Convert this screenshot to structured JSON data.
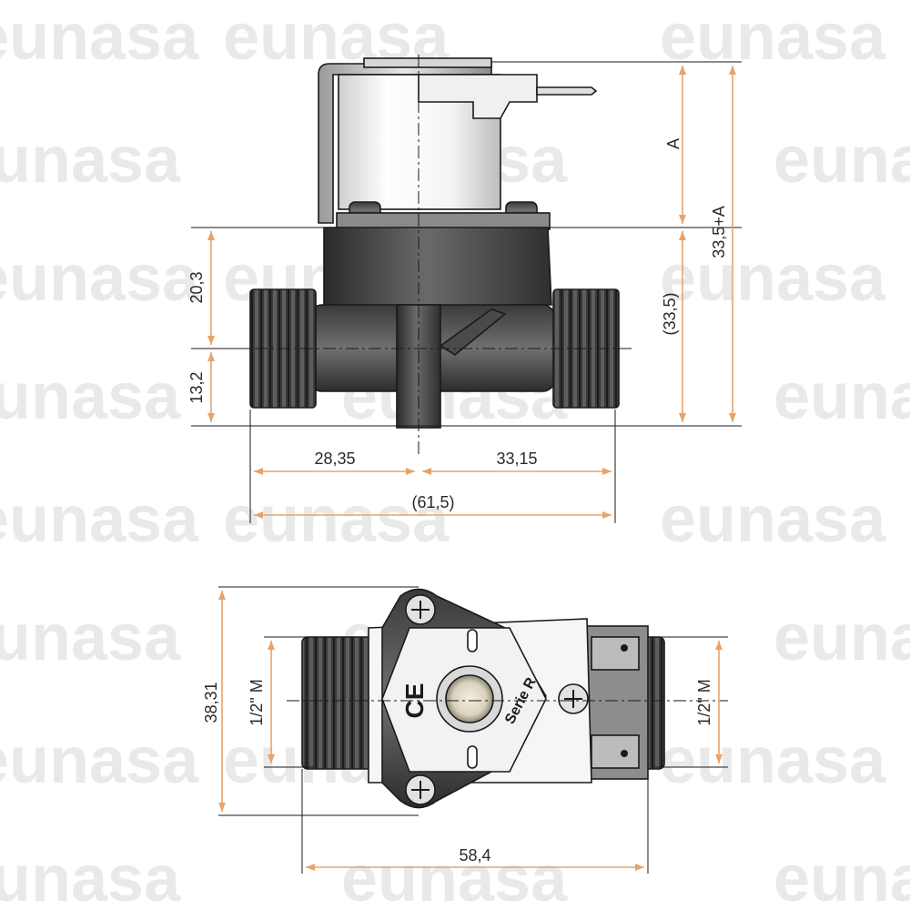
{
  "watermark": {
    "text": "eunasa"
  },
  "front_view": {
    "dim_A": "A",
    "dim_total": "33,5+A",
    "dim_body_height": "(33,5)",
    "dim_upper": "20,3",
    "dim_lower": "13,2",
    "dim_left_width": "28,35",
    "dim_right_width": "33,15",
    "dim_total_width": "(61,5)"
  },
  "top_view": {
    "dim_height": "38,31",
    "dim_thread_left": "1/2\" M",
    "dim_thread_right": "1/2\" M",
    "dim_width": "58,4",
    "ce_mark": "CE",
    "series_label": "Serie R"
  },
  "colors": {
    "dimension": "#e8a36a",
    "body": "#4a4a4a",
    "coil": "#f2f2f2",
    "watermark_accent": "#f3c9a0"
  }
}
